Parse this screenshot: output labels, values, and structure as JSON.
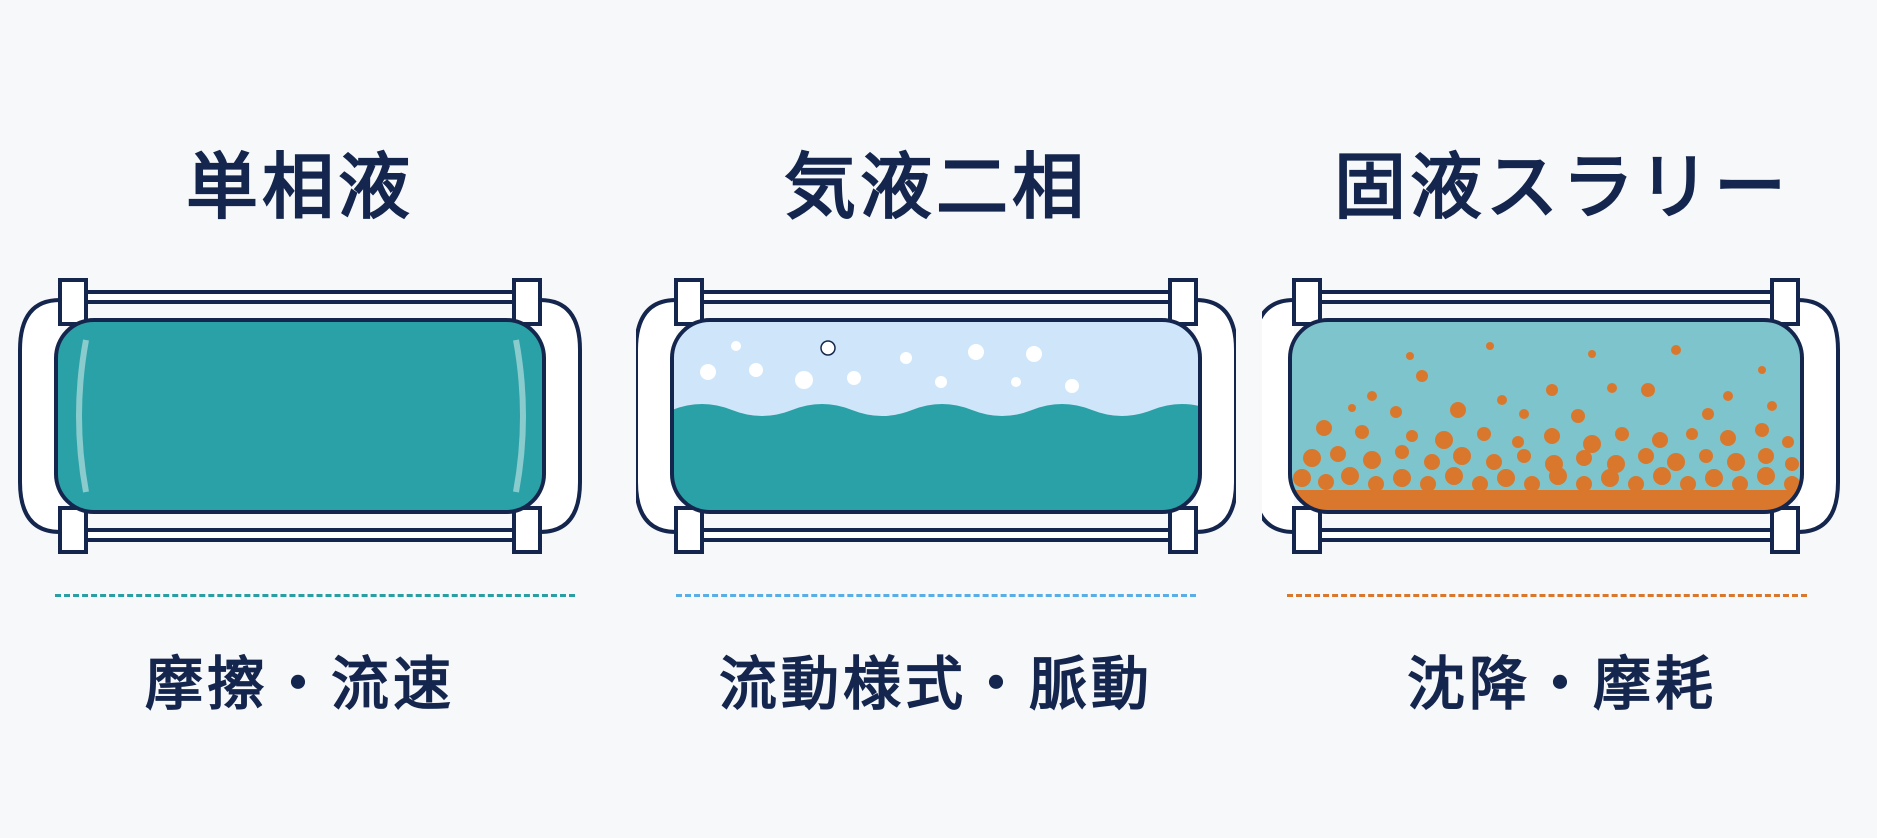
{
  "panels": [
    {
      "title": "単相液",
      "caption": "摩擦・流速",
      "accent": "#2a9fa3"
    },
    {
      "title": "気液二相",
      "caption": "流動様式・脈動",
      "accent": "#5aaee6"
    },
    {
      "title": "固液スラリー",
      "caption": "沈降・摩耗",
      "accent": "#d9782d"
    }
  ],
  "colors": {
    "text": "#14264d",
    "liquid": "#2aa1a6",
    "gas": "#cfe6fa",
    "slurry_liquid": "#7ec4cc",
    "particles": "#d9782d",
    "pipe_outline": "#14264d"
  }
}
